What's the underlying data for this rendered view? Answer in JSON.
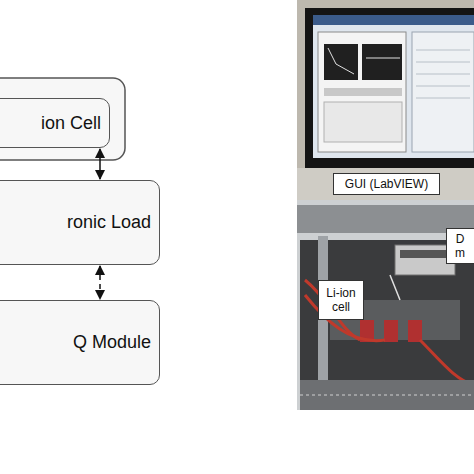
{
  "diagram": {
    "nodes": [
      {
        "text": [
          "ion Cell"
        ]
      },
      {
        "text": [
          "ronic Load"
        ]
      },
      {
        "text": [
          "Q Module"
        ]
      }
    ],
    "edges": [
      {
        "from": 0,
        "to": 1,
        "arrow": "both"
      },
      {
        "from": 1,
        "to": 2,
        "arrow": "both"
      }
    ],
    "labels": [
      "GUI (LabVIEW)",
      "Li-ion cell",
      "D m"
    ]
  }
}
